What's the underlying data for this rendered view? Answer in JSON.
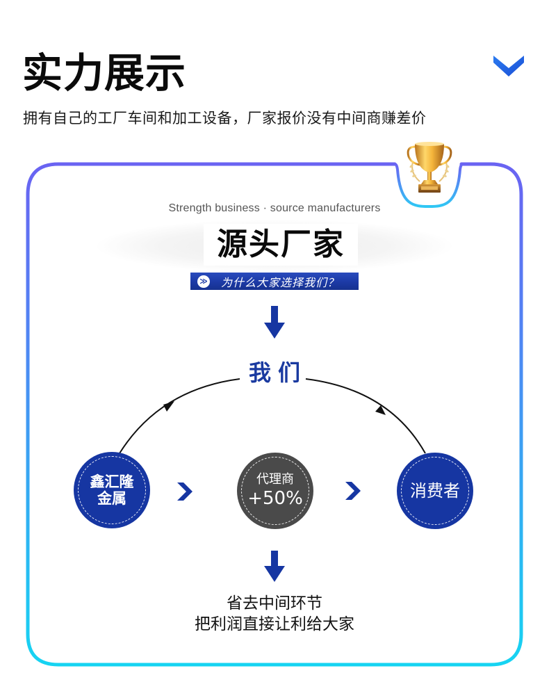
{
  "header": {
    "title": "实力展示",
    "subtitle": "拥有自己的工厂车间和加工设备，厂家报价没有中间商赚差价",
    "chevron_icon": "chevron-down-icon"
  },
  "card": {
    "trophy_icon": "trophy-icon",
    "tagline_en": "Strength business · source manufacturers",
    "main_title": "源头厂家",
    "why_banner": {
      "icon": "double-chevron-right-icon",
      "icon_glyph": "≫",
      "label": "为什么大家选择我们？"
    },
    "we_label": "我们",
    "flow": [
      {
        "line1": "鑫汇隆",
        "line2": "金属",
        "color": "#1636a2"
      },
      {
        "line1": "代理商",
        "line2": "+50%",
        "color": "#4a4a4a"
      },
      {
        "line1": "消费者",
        "color": "#1636a2"
      }
    ],
    "conclusion": {
      "line1": "省去中间环节",
      "line2": "把利润直接让利给大家"
    }
  },
  "colors": {
    "accent_blue": "#1636a2",
    "border_top": "#6366f1",
    "border_bottom": "#16d4f2",
    "agent_grey": "#4a4a4a"
  }
}
